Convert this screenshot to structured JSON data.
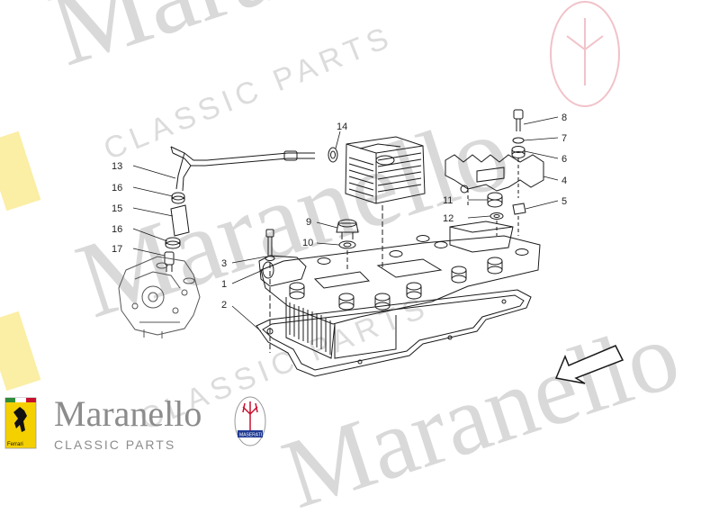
{
  "brand": {
    "name": "Maranello",
    "subtitle": "CLASSIC PARTS",
    "ferrari_badge_text": "Ferrari",
    "maserati_badge_text": "MASERATI"
  },
  "watermark": {
    "big_text": "Maranello",
    "small_text": "CLASSIC PARTS",
    "color": "#d9d9d9"
  },
  "diagram": {
    "callouts": [
      {
        "id": "14",
        "label": "14"
      },
      {
        "id": "13",
        "label": "13"
      },
      {
        "id": "16a",
        "label": "16"
      },
      {
        "id": "15",
        "label": "15"
      },
      {
        "id": "16b",
        "label": "16"
      },
      {
        "id": "17",
        "label": "17"
      },
      {
        "id": "9",
        "label": "9"
      },
      {
        "id": "10",
        "label": "10"
      },
      {
        "id": "3",
        "label": "3"
      },
      {
        "id": "1",
        "label": "1"
      },
      {
        "id": "2",
        "label": "2"
      },
      {
        "id": "8",
        "label": "8"
      },
      {
        "id": "7",
        "label": "7"
      },
      {
        "id": "6",
        "label": "6"
      },
      {
        "id": "4",
        "label": "4"
      },
      {
        "id": "11",
        "label": "11"
      },
      {
        "id": "5",
        "label": "5"
      },
      {
        "id": "12",
        "label": "12"
      }
    ],
    "line_color": "#1a1a1a",
    "accent_red": "#c8102e",
    "accent_yellow": "#f5d000"
  }
}
